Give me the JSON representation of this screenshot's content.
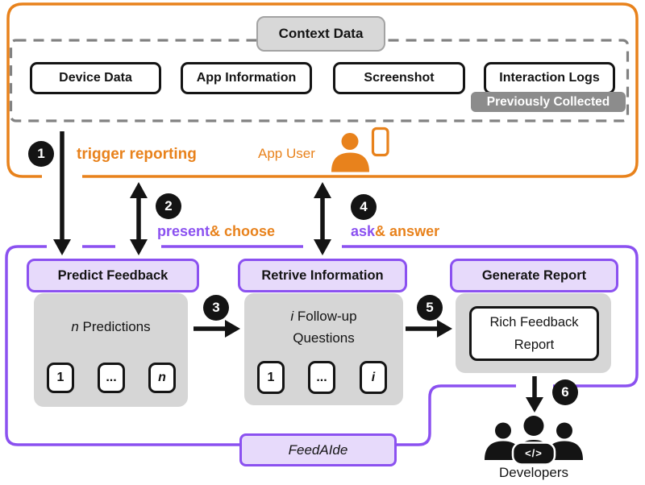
{
  "colors": {
    "orange": "#E8821C",
    "purple": "#8B51F0",
    "purple_fill": "#E7DAFB",
    "panel_gray": "#D6D6D6",
    "context_gray": "#D8D8D8",
    "badge_gray": "#8C8C8C",
    "line_black": "#141414"
  },
  "context_panel": {
    "title": "Context Data",
    "badge": "Previously Collected",
    "items": [
      "Device Data",
      "App Information",
      "Screenshot",
      "Interaction Logs"
    ]
  },
  "app_user": {
    "label": "App User"
  },
  "steps": [
    {
      "num": "1",
      "label": "trigger reporting"
    },
    {
      "num": "2",
      "purple": "present",
      "orange": " & choose"
    },
    {
      "num": "3"
    },
    {
      "num": "4",
      "purple": "ask",
      "orange": " & answer"
    },
    {
      "num": "5"
    },
    {
      "num": "6"
    }
  ],
  "modules": {
    "predict": {
      "title": "Predict Feedback",
      "count_var": "n",
      "count_label": " Predictions",
      "items": [
        "1",
        "...",
        "n"
      ]
    },
    "retrieve": {
      "title": "Retrive Information",
      "count_var": "i",
      "count_label": " Follow-up",
      "count_label2": "Questions",
      "items": [
        "1",
        "...",
        "i"
      ]
    },
    "generate": {
      "title": "Generate Report",
      "report_line1": "Rich Feedback",
      "report_line2": "Report"
    }
  },
  "brand": {
    "name": "FeedAIde"
  },
  "developers": {
    "label": "Developers",
    "code_glyph": "</>"
  }
}
